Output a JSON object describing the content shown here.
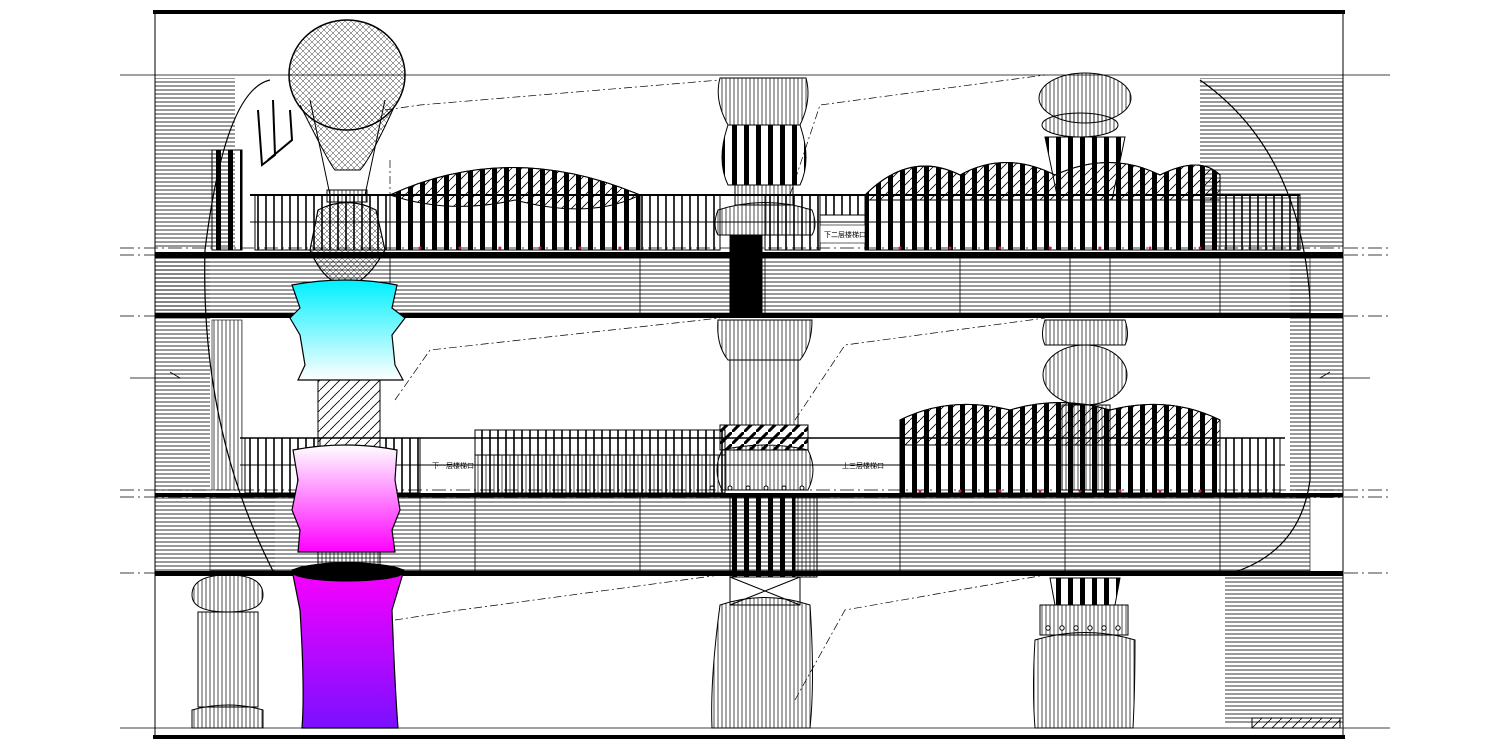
{
  "drawing": {
    "background": "#ffffff",
    "ink": "#000000",
    "accent_red": "#c8203c"
  },
  "labels": {
    "upper_deck_tag": "下二层楼梯口",
    "mid_left_tag": "下一层楼梯口",
    "mid_right_tag": "上三层楼梯口"
  },
  "colors": {
    "cyan_top": "#00f0ff",
    "cyan_bottom": "#ffffff",
    "magenta_top": "#ffffff",
    "magenta_bottom": "#ff00ff",
    "violet_bottom": "#7a10ff"
  },
  "elements": {
    "left_tower": "hot-air-balloon tower with cyan, pink and violet lanterns",
    "center_tower": "ribbed onion column",
    "right_tower": "stacked bulb column",
    "short_pillar": "short ribbed pillar"
  }
}
